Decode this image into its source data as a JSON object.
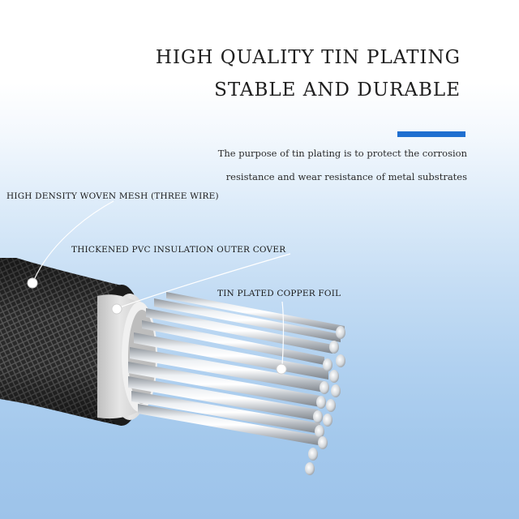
{
  "headline": {
    "line1": "HIGH QUALITY TIN PLATING",
    "line2": "STABLE AND DURABLE"
  },
  "description": {
    "line1": "The purpose of tin plating is to protect the corrosion",
    "line2": "resistance and wear resistance of metal substrates"
  },
  "callouts": {
    "mesh": "HIGH DENSITY WOVEN MESH (THREE WIRE)",
    "pvc": "THICKENED PVC INSULATION OUTER COVER",
    "foil": "TIN PLATED COPPER FOIL"
  },
  "colors": {
    "accent": "#1f6fd0",
    "braid": "#2a2a2a",
    "insulation": "#d9d9d9",
    "strands": "#c9cdd2"
  }
}
